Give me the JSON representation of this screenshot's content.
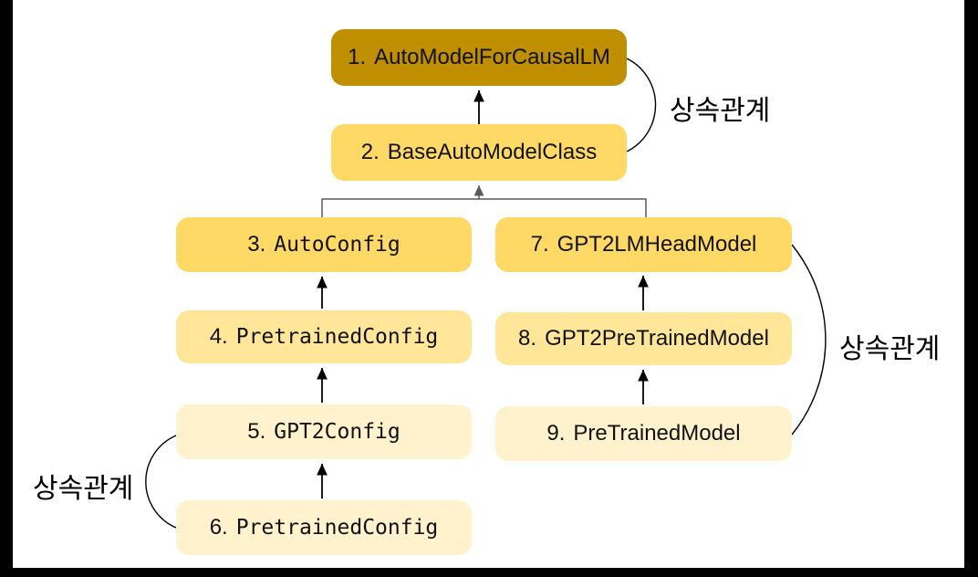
{
  "frame": {
    "color": "#000000"
  },
  "diagram": {
    "title": "transformers class inheritance diagram",
    "nodes": {
      "b1": {
        "num": "1.",
        "name": "AutoModelForCausalLM"
      },
      "b2": {
        "num": "2.",
        "name": "BaseAutoModelClass"
      },
      "b3": {
        "num": "3.",
        "name": "AutoConfig"
      },
      "b4": {
        "num": "4.",
        "name": "PretrainedConfig"
      },
      "b5": {
        "num": "5.",
        "name": "GPT2Config"
      },
      "b6": {
        "num": "6.",
        "name": "PretrainedConfig"
      },
      "b7": {
        "num": "7.",
        "name": "GPT2LMHeadModel"
      },
      "b8": {
        "num": "8.",
        "name": "GPT2PreTrainedModel"
      },
      "b9": {
        "num": "9.",
        "name": "PreTrainedModel"
      }
    },
    "annotations": {
      "top_right": "상속관계",
      "right": "상속관계",
      "bottom_left": "상속관계"
    },
    "colors": {
      "node_dark_gold": "#BF8F00",
      "node_gold": "#FFD966",
      "node_light_gold": "#FFE699",
      "node_cream": "#FFF2CC",
      "connector_gray": "#595959",
      "arrow_black": "#000000",
      "text": "#000000"
    }
  }
}
